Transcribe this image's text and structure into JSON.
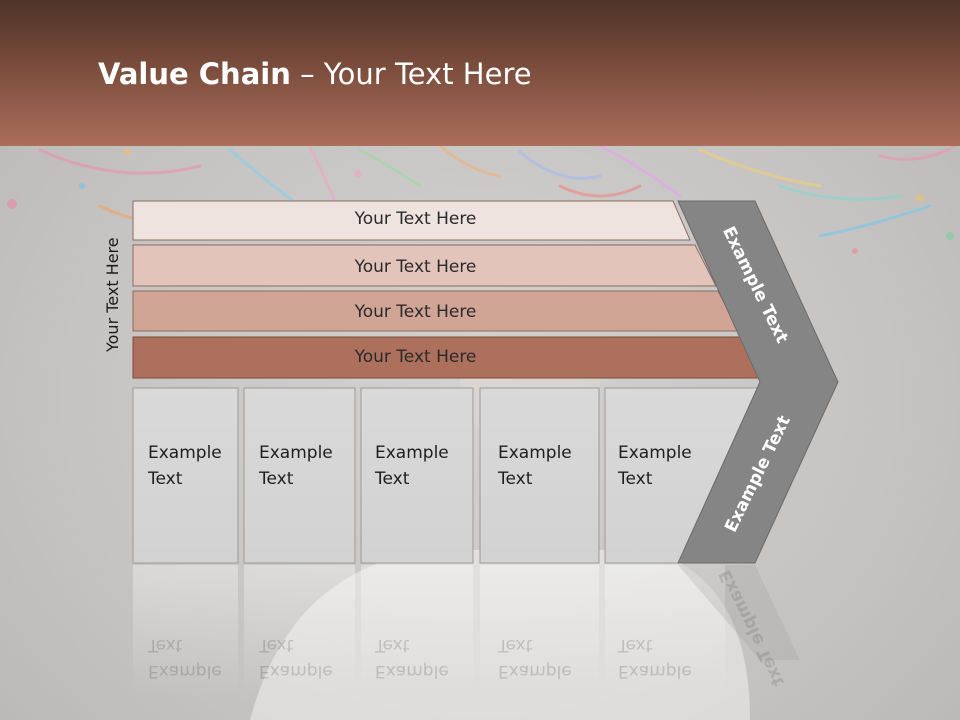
{
  "title": {
    "bold": "Value Chain",
    "rest": " – Your Text Here"
  },
  "side_label": "Your Text Here",
  "bands": [
    {
      "label": "Your Text Here",
      "color": "#efe3e0"
    },
    {
      "label": "Your Text Here",
      "color": "#e2c4bb"
    },
    {
      "label": "Your Text Here",
      "color": "#d0a596"
    },
    {
      "label": "Your Text Here",
      "color": "#ad705d"
    }
  ],
  "columns": [
    {
      "line1": "Example",
      "line2": "Text"
    },
    {
      "line1": "Example",
      "line2": "Text"
    },
    {
      "line1": "Example",
      "line2": "Text"
    },
    {
      "line1": "Example",
      "line2": "Text"
    },
    {
      "line1": "Example",
      "line2": "Text"
    }
  ],
  "chevron": {
    "upper": "Example Text",
    "lower": "Example Text",
    "color": "#858585"
  },
  "colors": {
    "title_band_top": "#4f3429",
    "title_band_bottom": "#ab6e5a",
    "column_fill": "#d8d8d8"
  }
}
